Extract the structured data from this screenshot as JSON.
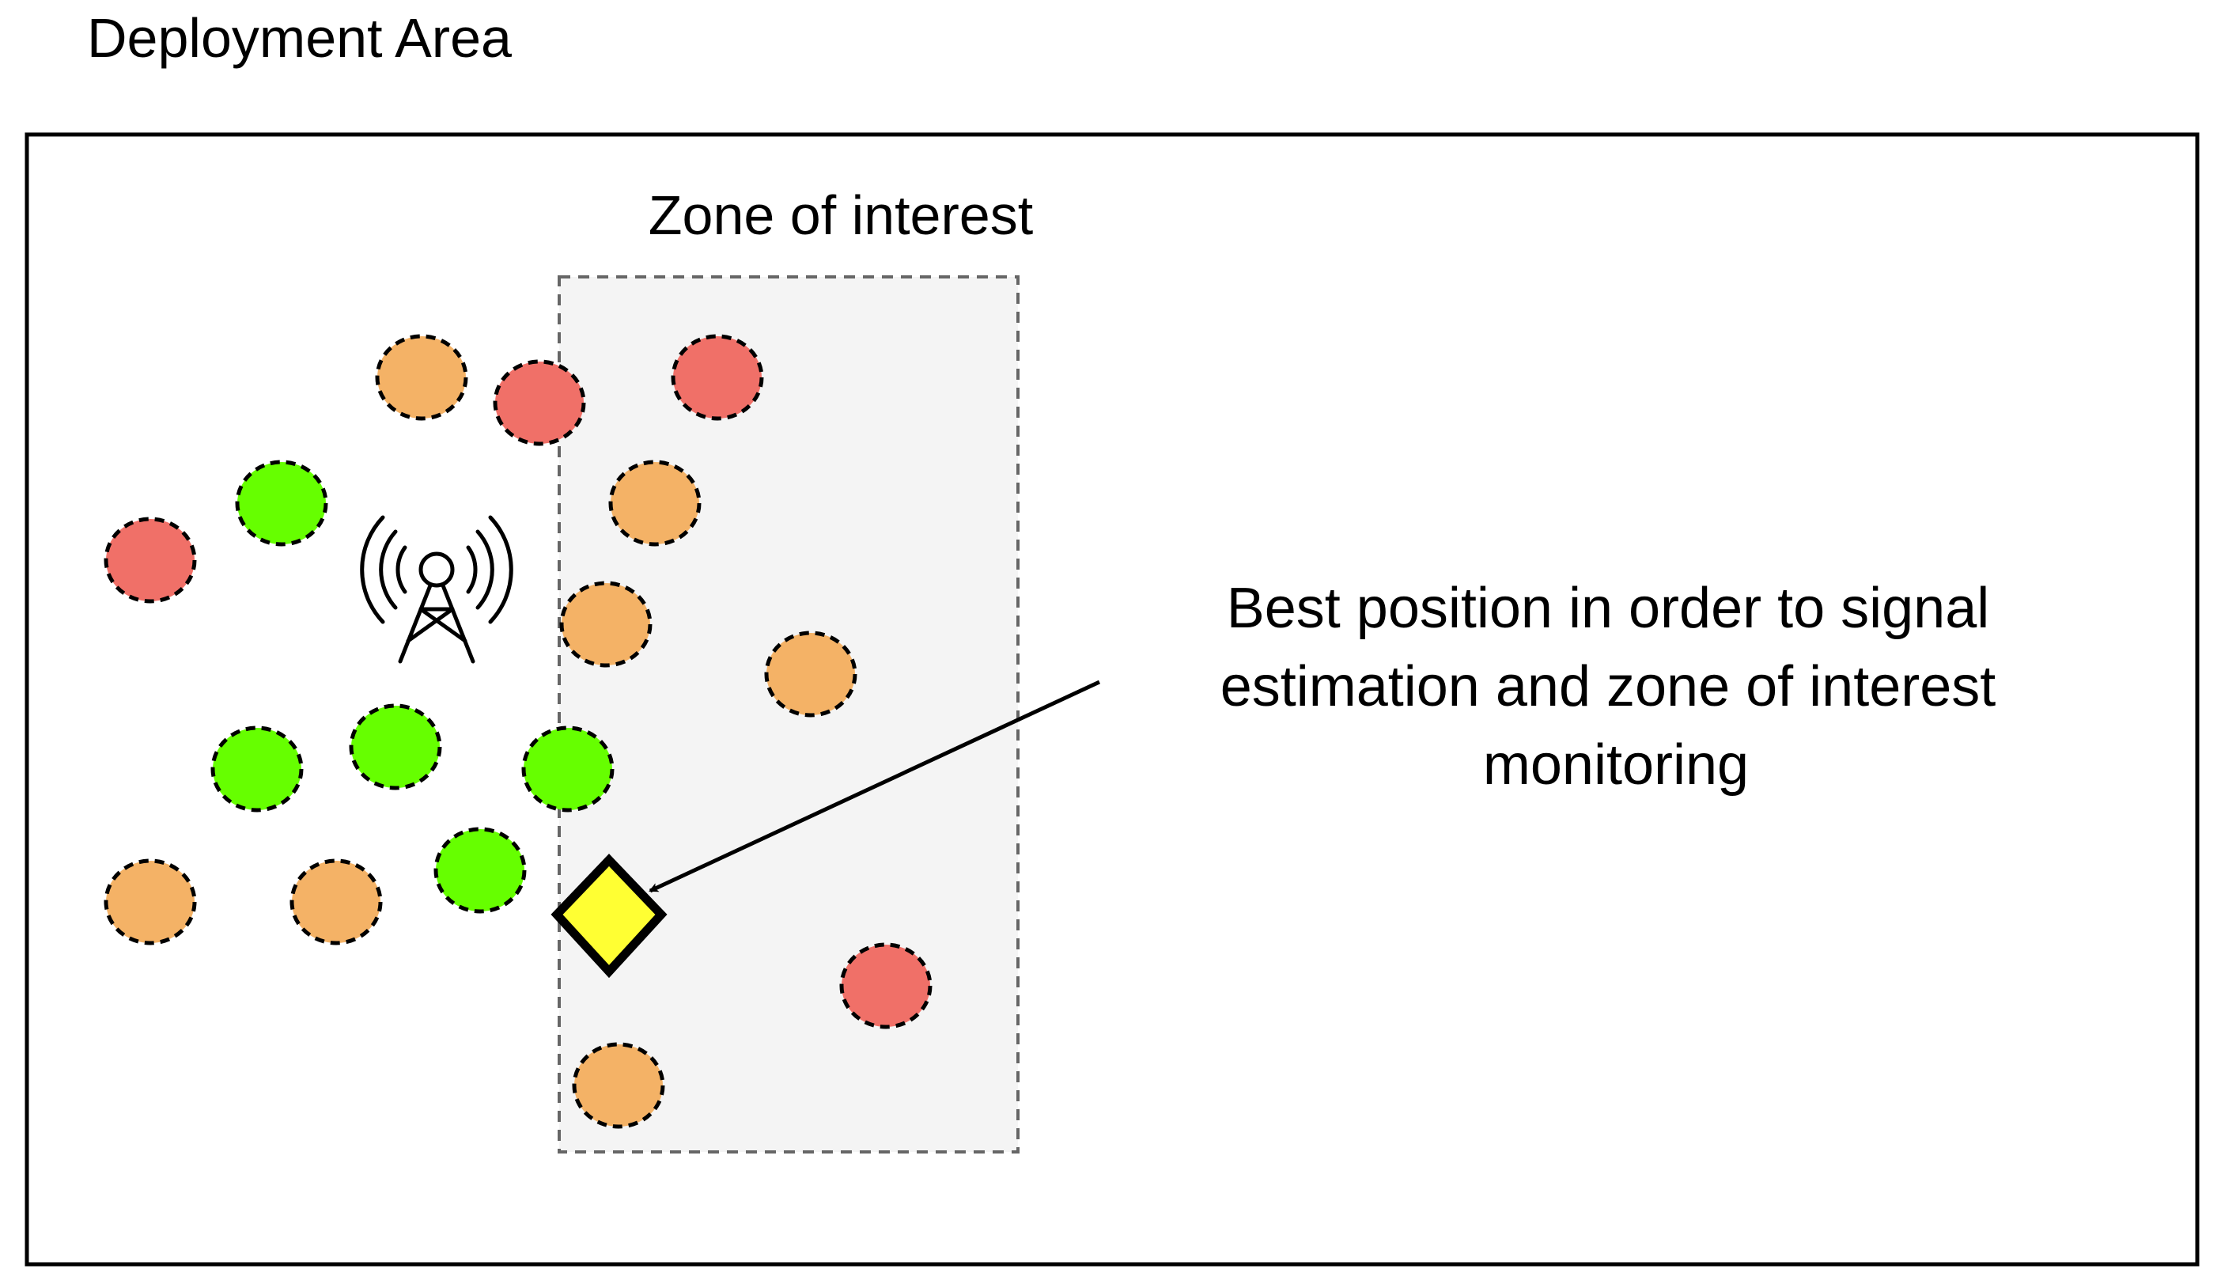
{
  "title": "Deployment Area",
  "zone_label": "Zone of interest",
  "annotation": {
    "lines": [
      "Best position in order to signal",
      "estimation and zone of interest",
      "monitoring"
    ]
  },
  "colors": {
    "green": "#66ff00",
    "orange": "#f4b266",
    "red": "#f07068",
    "best_position": "#ffff33",
    "zone_fill": "#f4f4f4",
    "zone_border": "#666666"
  },
  "legend_semantics": {
    "base_station": "antenna-tower-icon",
    "best_position_marker": "diamond"
  }
}
